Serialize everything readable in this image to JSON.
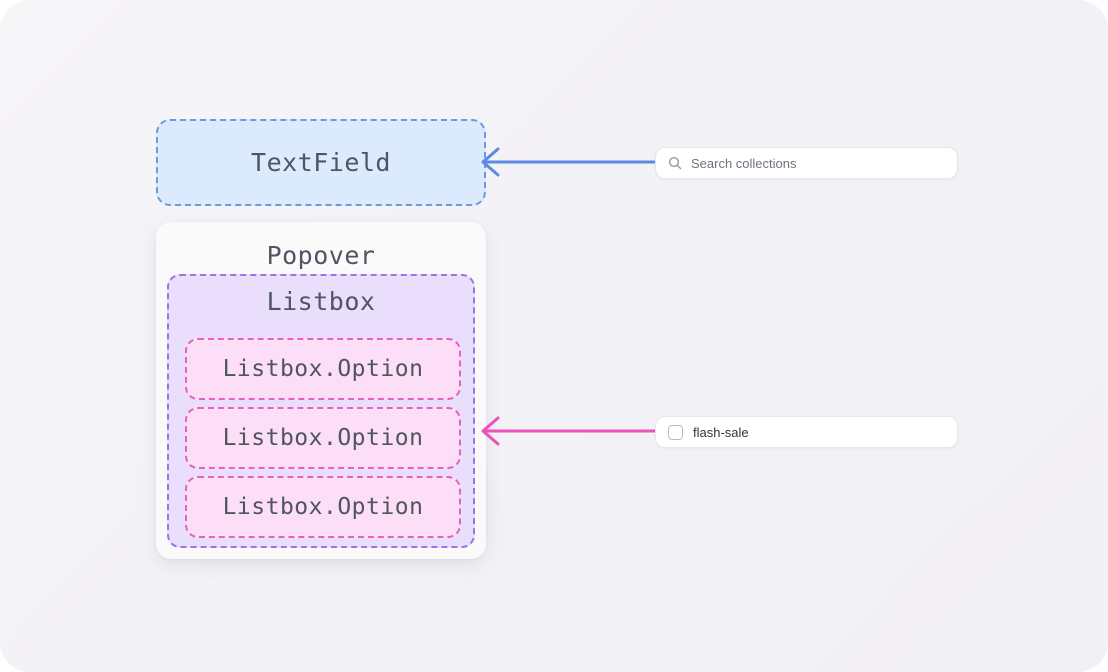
{
  "colors": {
    "page_background": "#f3f2f6",
    "textfield_fill": "#dbeafc",
    "textfield_border": "#6f99dd",
    "popover_fill": "#fafafb",
    "listbox_fill": "#e9defb",
    "listbox_border": "#9b73e8",
    "option_fill": "#fcdff6",
    "option_border": "#e861c0",
    "label_text": "#4f5561",
    "arrow_blue": "#5b8ae0",
    "arrow_pink": "#ea53b9"
  },
  "diagram": {
    "textfield": {
      "label": "TextField"
    },
    "popover": {
      "label": "Popover",
      "listbox": {
        "label": "Listbox",
        "options": [
          {
            "label": "Listbox.Option"
          },
          {
            "label": "Listbox.Option"
          },
          {
            "label": "Listbox.Option"
          }
        ]
      }
    }
  },
  "widgets": {
    "search": {
      "icon": "search-icon",
      "placeholder": "Search collections",
      "value": ""
    },
    "checkbox_option": {
      "icon": "checkbox-unchecked-icon",
      "checked": false,
      "label": "flash-sale"
    }
  },
  "connectors": [
    {
      "name": "textfield-connector",
      "from": "search-field",
      "to": "textfield-node",
      "color": "#5b8ae0",
      "direction": "left"
    },
    {
      "name": "option-connector",
      "from": "checkbox-row",
      "to": "listbox-option-2",
      "color": "#ea53b9",
      "direction": "left"
    }
  ]
}
